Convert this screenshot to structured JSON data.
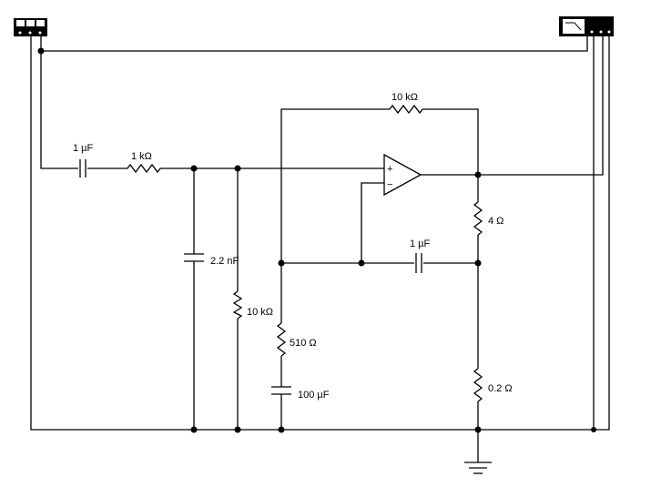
{
  "components": {
    "c_in": "1 µF",
    "r_in": "1 kΩ",
    "r_fb": "10 kΩ",
    "c_shunt": "2.2 nF",
    "r_shunt": "10 kΩ",
    "r_510": "510 Ω",
    "c_100u": "100 µF",
    "c_1u_fb": "1 µF",
    "r_4": "4 Ω",
    "r_02": "0.2 Ω"
  },
  "opamp": {
    "plus": "+",
    "minus": "−"
  },
  "colors": {
    "wire": "#000000",
    "background": "#ffffff",
    "instrument_face": "#ffffff"
  },
  "instruments": {
    "left": "function-generator-icon",
    "right": "oscilloscope-icon"
  }
}
